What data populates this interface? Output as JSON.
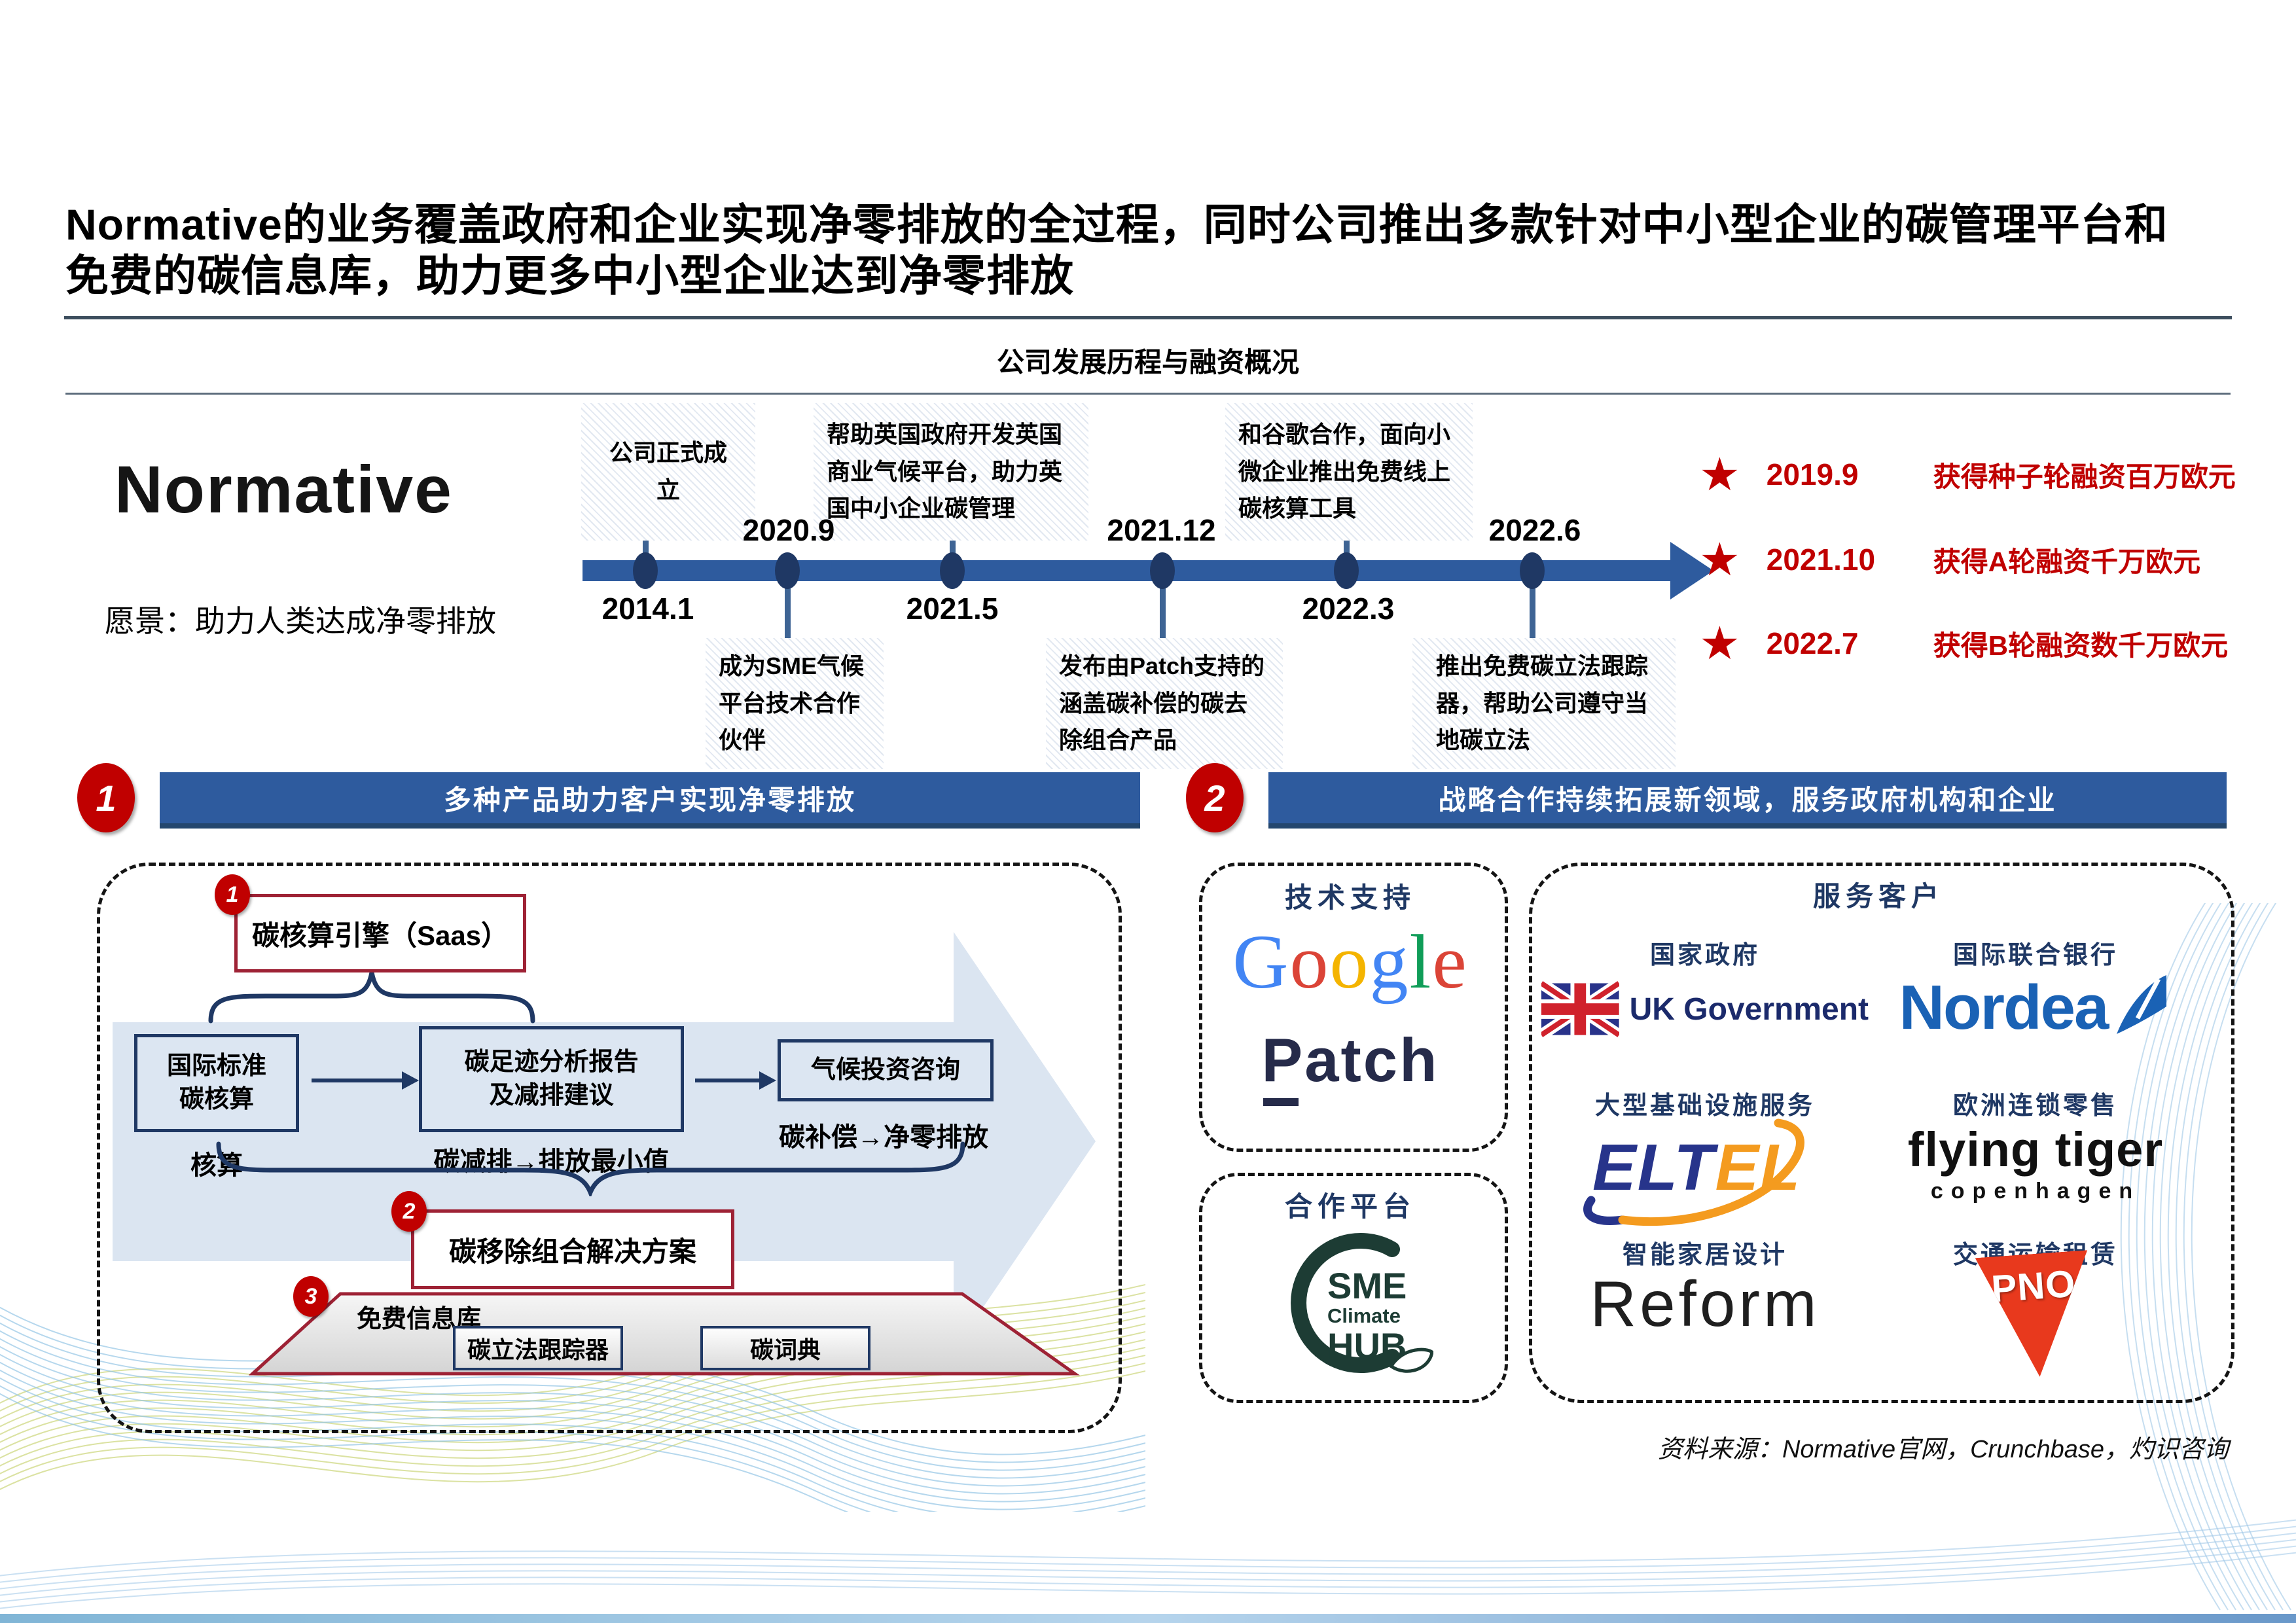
{
  "title": "Normative的业务覆盖政府和企业实现净零排放的全过程，同时公司推出多款针对中小型企业的碳管理平台和免费的碳信息库，助力更多中小型企业达到净零排放",
  "timeline": {
    "heading": "公司发展历程与融资概况",
    "logo": "Normative",
    "vision": "愿景：助力人类达成净零排放",
    "milestones": [
      {
        "date": "2014.1",
        "label": "公司正式成立",
        "position": "above-line-callout"
      },
      {
        "date": "2020.9",
        "label": "成为SME气候平台技术合作伙伴",
        "position": "below-line-callout"
      },
      {
        "date": "2021.5",
        "label": "帮助英国政府开发英国商业气候平台，助力英国中小企业碳管理",
        "position": "above-line-callout"
      },
      {
        "date": "2021.12",
        "label": "发布由Patch支持的涵盖碳补偿的碳去除组合产品",
        "position": "below-line-callout"
      },
      {
        "date": "2022.3",
        "label": "和谷歌合作，面向小微企业推出免费线上碳核算工具",
        "position": "above-line-callout"
      },
      {
        "date": "2022.6",
        "label": "推出免费碳立法跟踪器，帮助公司遵守当地碳立法",
        "position": "below-line-callout"
      }
    ],
    "funding": [
      {
        "date": "2019.9",
        "desc": "获得种子轮融资百万欧元"
      },
      {
        "date": "2021.10",
        "desc": "获得A轮融资千万欧元"
      },
      {
        "date": "2022.7",
        "desc": "获得B轮融资数千万欧元"
      }
    ]
  },
  "section1": {
    "number": "1",
    "banner": "多种产品助力客户实现净零排放",
    "saas": {
      "number": "1",
      "title": "碳核算引擎（Saas）"
    },
    "flow": [
      {
        "box": "国际标准碳核算",
        "note": "核算"
      },
      {
        "box": "碳足迹分析报告及减排建议",
        "note": "碳减排→排放最小值"
      },
      {
        "box": "气候投资咨询",
        "note": "碳补偿→净零排放"
      }
    ],
    "removal": {
      "number": "2",
      "title": "碳移除组合解决方案"
    },
    "freedb": {
      "number": "3",
      "title": "免费信息库",
      "items": [
        "碳立法跟踪器",
        "碳词典"
      ]
    }
  },
  "section2": {
    "number": "2",
    "banner": "战略合作持续拓展新领域，服务政府机构和企业",
    "tech_support": {
      "heading": "技术支持",
      "google_letters": [
        "G",
        "o",
        "o",
        "g",
        "l",
        "e"
      ],
      "patch_p": "P",
      "patch_rest": "atch"
    },
    "platform": {
      "heading": "合作平台",
      "sme": {
        "line1": "SME",
        "line2": "Climate",
        "line3": "HUB"
      }
    },
    "clients": {
      "heading": "服务客户",
      "items": [
        {
          "category": "国家政府",
          "logo": "UK Government"
        },
        {
          "category": "国际联合银行",
          "logo": "Nordea"
        },
        {
          "category": "大型基础设施服务",
          "logo_part1": "ELT",
          "logo_part2": "EL"
        },
        {
          "category": "欧洲连锁零售",
          "logo": "flying tiger",
          "sub": "copenhagen"
        },
        {
          "category": "智能家居设计",
          "logo": "Reform"
        },
        {
          "category": "交通运输租赁",
          "logo": "PNO"
        }
      ]
    }
  },
  "source": "资料来源：Normative官网，Crunchbase，灼识咨询",
  "colors": {
    "banner_blue": "#2E5B9E",
    "timeline_blue": "#2E5B9E",
    "node_navy": "#1F3864",
    "accent_red": "#C00000",
    "box_border_red": "#9E2235",
    "band_light_blue": "#DBE5F1",
    "navy_text": "#1F3864",
    "google_blue": "#4285F4",
    "google_red": "#DB4437",
    "google_yellow": "#F4B400",
    "google_green": "#0F9D58",
    "patch_navy": "#262B4A",
    "sme_green": "#1D3C34",
    "nordea_blue": "#1A62B5",
    "eltel_blue": "#27348B",
    "eltel_orange": "#F49B1F",
    "pno_red": "#E8391D",
    "ukgov_navy": "#1B2A6B"
  }
}
